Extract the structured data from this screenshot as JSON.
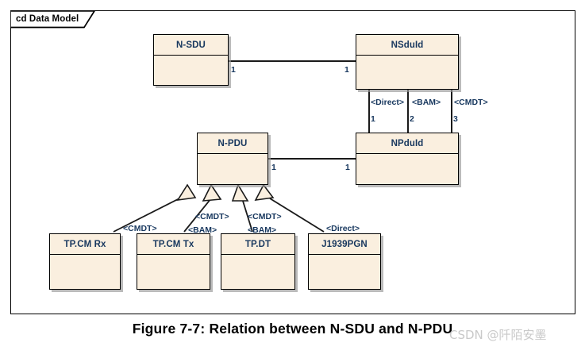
{
  "diagram": {
    "frame_label": "cd Data Model",
    "classes": [
      {
        "id": "n-sdu",
        "name": "N-SDU"
      },
      {
        "id": "nsduid",
        "name": "NSduId"
      },
      {
        "id": "n-pdu",
        "name": "N-PDU"
      },
      {
        "id": "npduid",
        "name": "NPduId"
      },
      {
        "id": "tpcmrx",
        "name": "TP.CM Rx"
      },
      {
        "id": "tpcmtx",
        "name": "TP.CM Tx"
      },
      {
        "id": "tpdt",
        "name": "TP.DT"
      },
      {
        "id": "j1939pgn",
        "name": "J1939PGN"
      }
    ],
    "associations": [
      {
        "from": "n-sdu",
        "to": "nsduid",
        "from_multiplicity": "1",
        "to_multiplicity": "1"
      },
      {
        "from": "n-pdu",
        "to": "npduid",
        "from_multiplicity": "1",
        "to_multiplicity": "1"
      }
    ],
    "nsdu_npdu_links": [
      {
        "stereotype": "<Direct>",
        "multiplicity": "1"
      },
      {
        "stereotype": "<BAM>",
        "multiplicity": "2"
      },
      {
        "stereotype": "<CMDT>",
        "multiplicity": "3"
      }
    ],
    "generalizations": [
      {
        "child": "tpcmrx",
        "parent": "n-pdu",
        "labels": [
          "<CMDT>"
        ]
      },
      {
        "child": "tpcmtx",
        "parent": "n-pdu",
        "labels": [
          "<CMDT>",
          "<BAM>"
        ]
      },
      {
        "child": "tpdt",
        "parent": "n-pdu",
        "labels": [
          "<CMDT>",
          "<BAM>"
        ]
      },
      {
        "child": "j1939pgn",
        "parent": "n-pdu",
        "labels": [
          "<Direct>"
        ]
      }
    ],
    "colors": {
      "class_fill": "#faefdf",
      "class_border": "#000000",
      "class_title": "#17375e",
      "label_text": "#17375e",
      "line": "#1a1a1a"
    }
  },
  "caption": {
    "text": "Figure 7-7: Relation between N-SDU and N-PDU"
  },
  "watermark": {
    "text": "CSDN @阡陌安墨"
  }
}
